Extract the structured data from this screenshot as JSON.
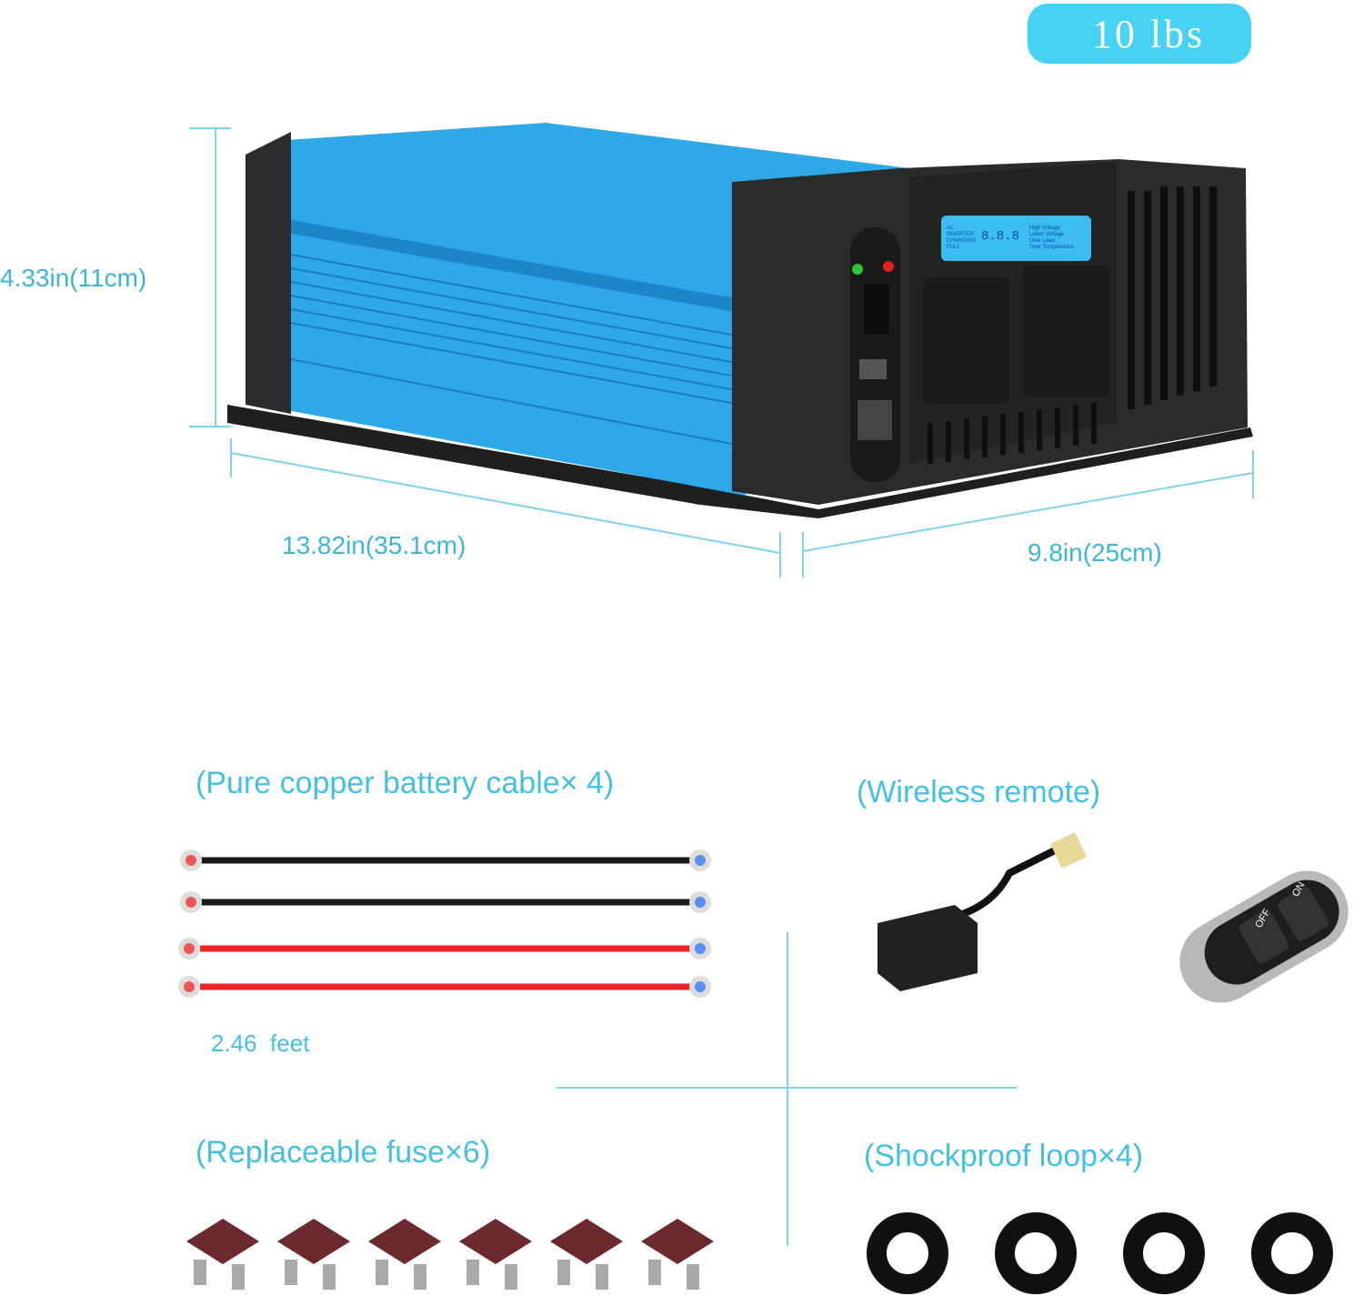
{
  "weight_badge": "10 lbs",
  "dimensions": {
    "height": "4.33in(11cm)",
    "length": "13.82in(35.1cm)",
    "width": "9.8in(25cm)"
  },
  "lcd": {
    "left_labels": [
      "AC",
      "INVERTER",
      "CHARGING",
      "FULL"
    ],
    "right_labels": [
      "High Voltage",
      "Lower Voltage",
      "Over Load",
      "Over Temperature"
    ],
    "readout": "8.8.8"
  },
  "remote": {
    "on_label": "ON",
    "off_label": "OFF"
  },
  "accessories": {
    "cables": {
      "caption": "(Pure copper battery cable× 4)",
      "length_note": "2.46  feet",
      "count": 4
    },
    "remote": {
      "caption": "(Wireless remote)"
    },
    "fuses": {
      "caption": "(Replaceable fuse×6)",
      "count": 6
    },
    "loops": {
      "caption": "(Shockproof loop×4)",
      "count": 4
    }
  },
  "colors": {
    "accent": "#3cb6d8",
    "badge": "#45d2f5",
    "housing_blue": "#2fa8e8",
    "housing_black": "#2b2b2b"
  }
}
